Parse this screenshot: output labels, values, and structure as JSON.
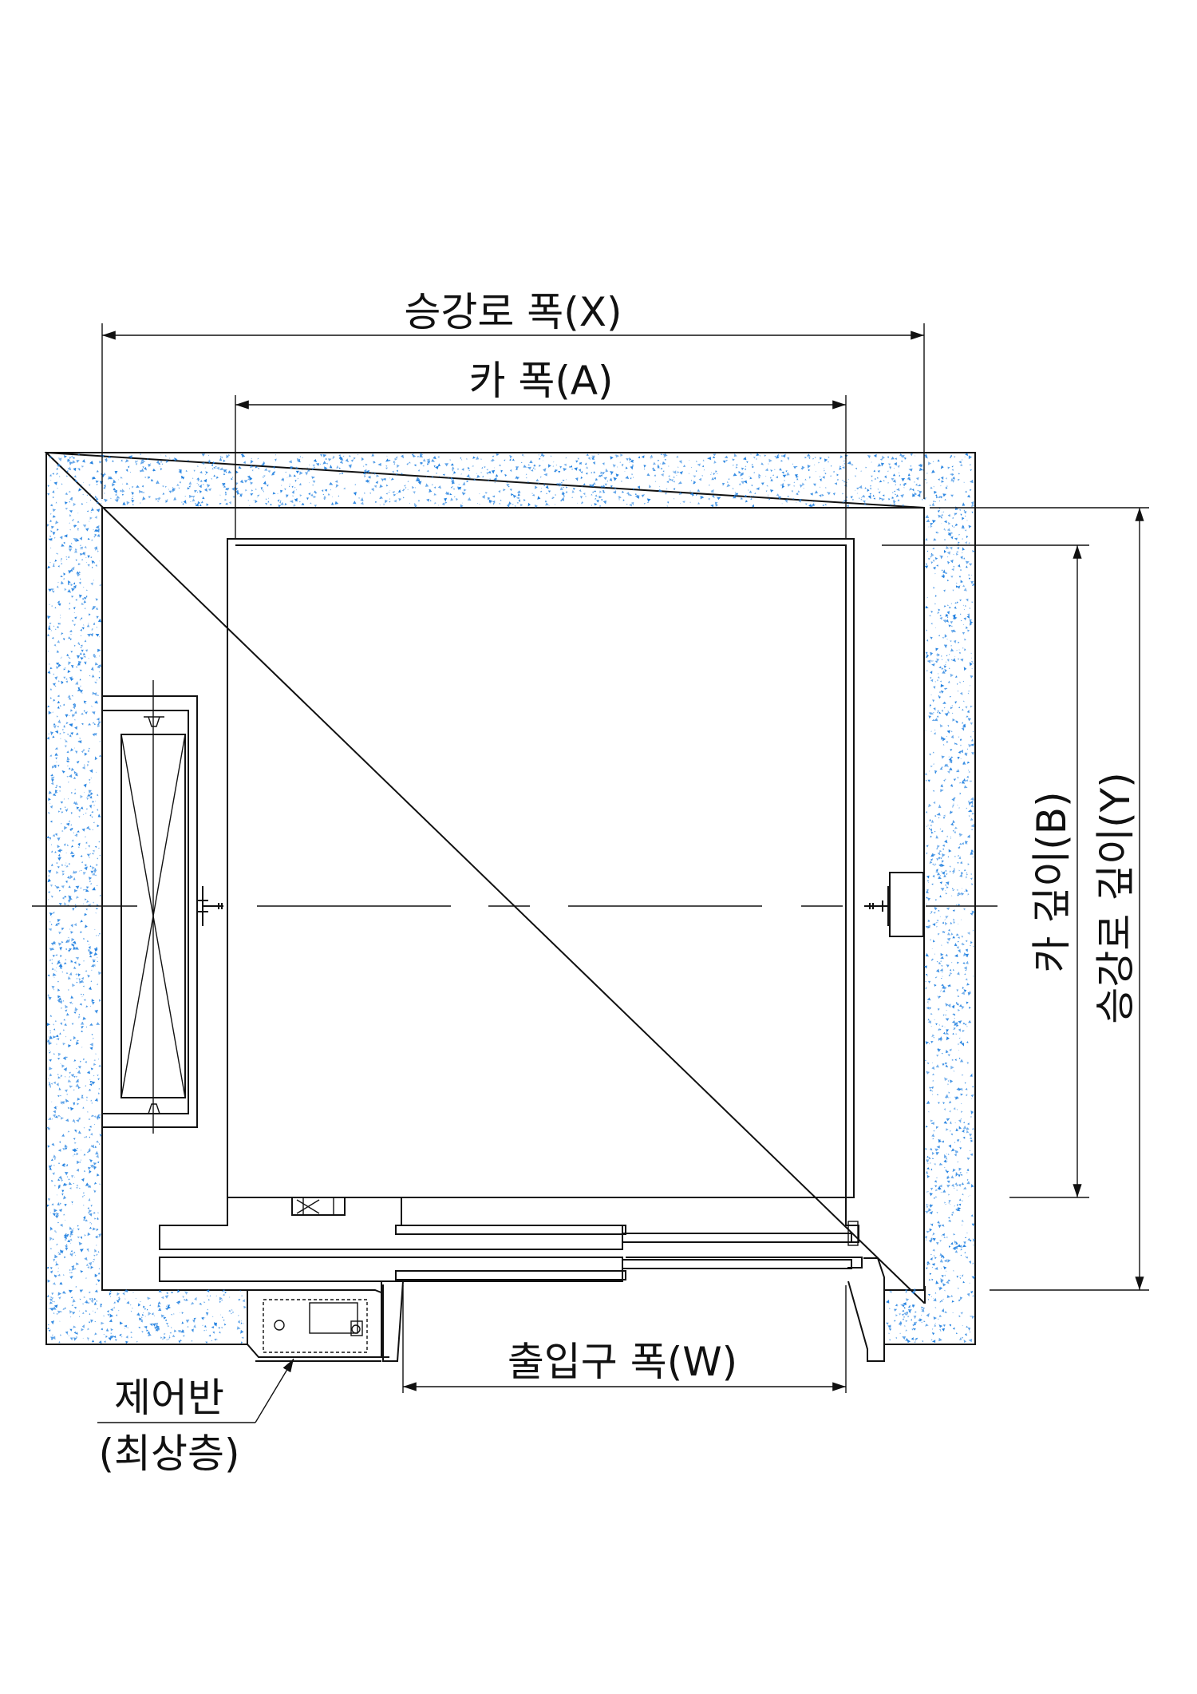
{
  "labels": {
    "hoistway_width": "승강로 폭(X)",
    "car_width": "카 폭(A)",
    "car_depth": "카 깊이(B)",
    "hoistway_depth": "승강로 깊이(Y)",
    "entrance_width": "출입구 폭(W)",
    "control_panel_line1": "제어반",
    "control_panel_line2": "(최상층)"
  },
  "colors": {
    "concrete_speckle": "#1f7fe0",
    "line": "#111111"
  }
}
